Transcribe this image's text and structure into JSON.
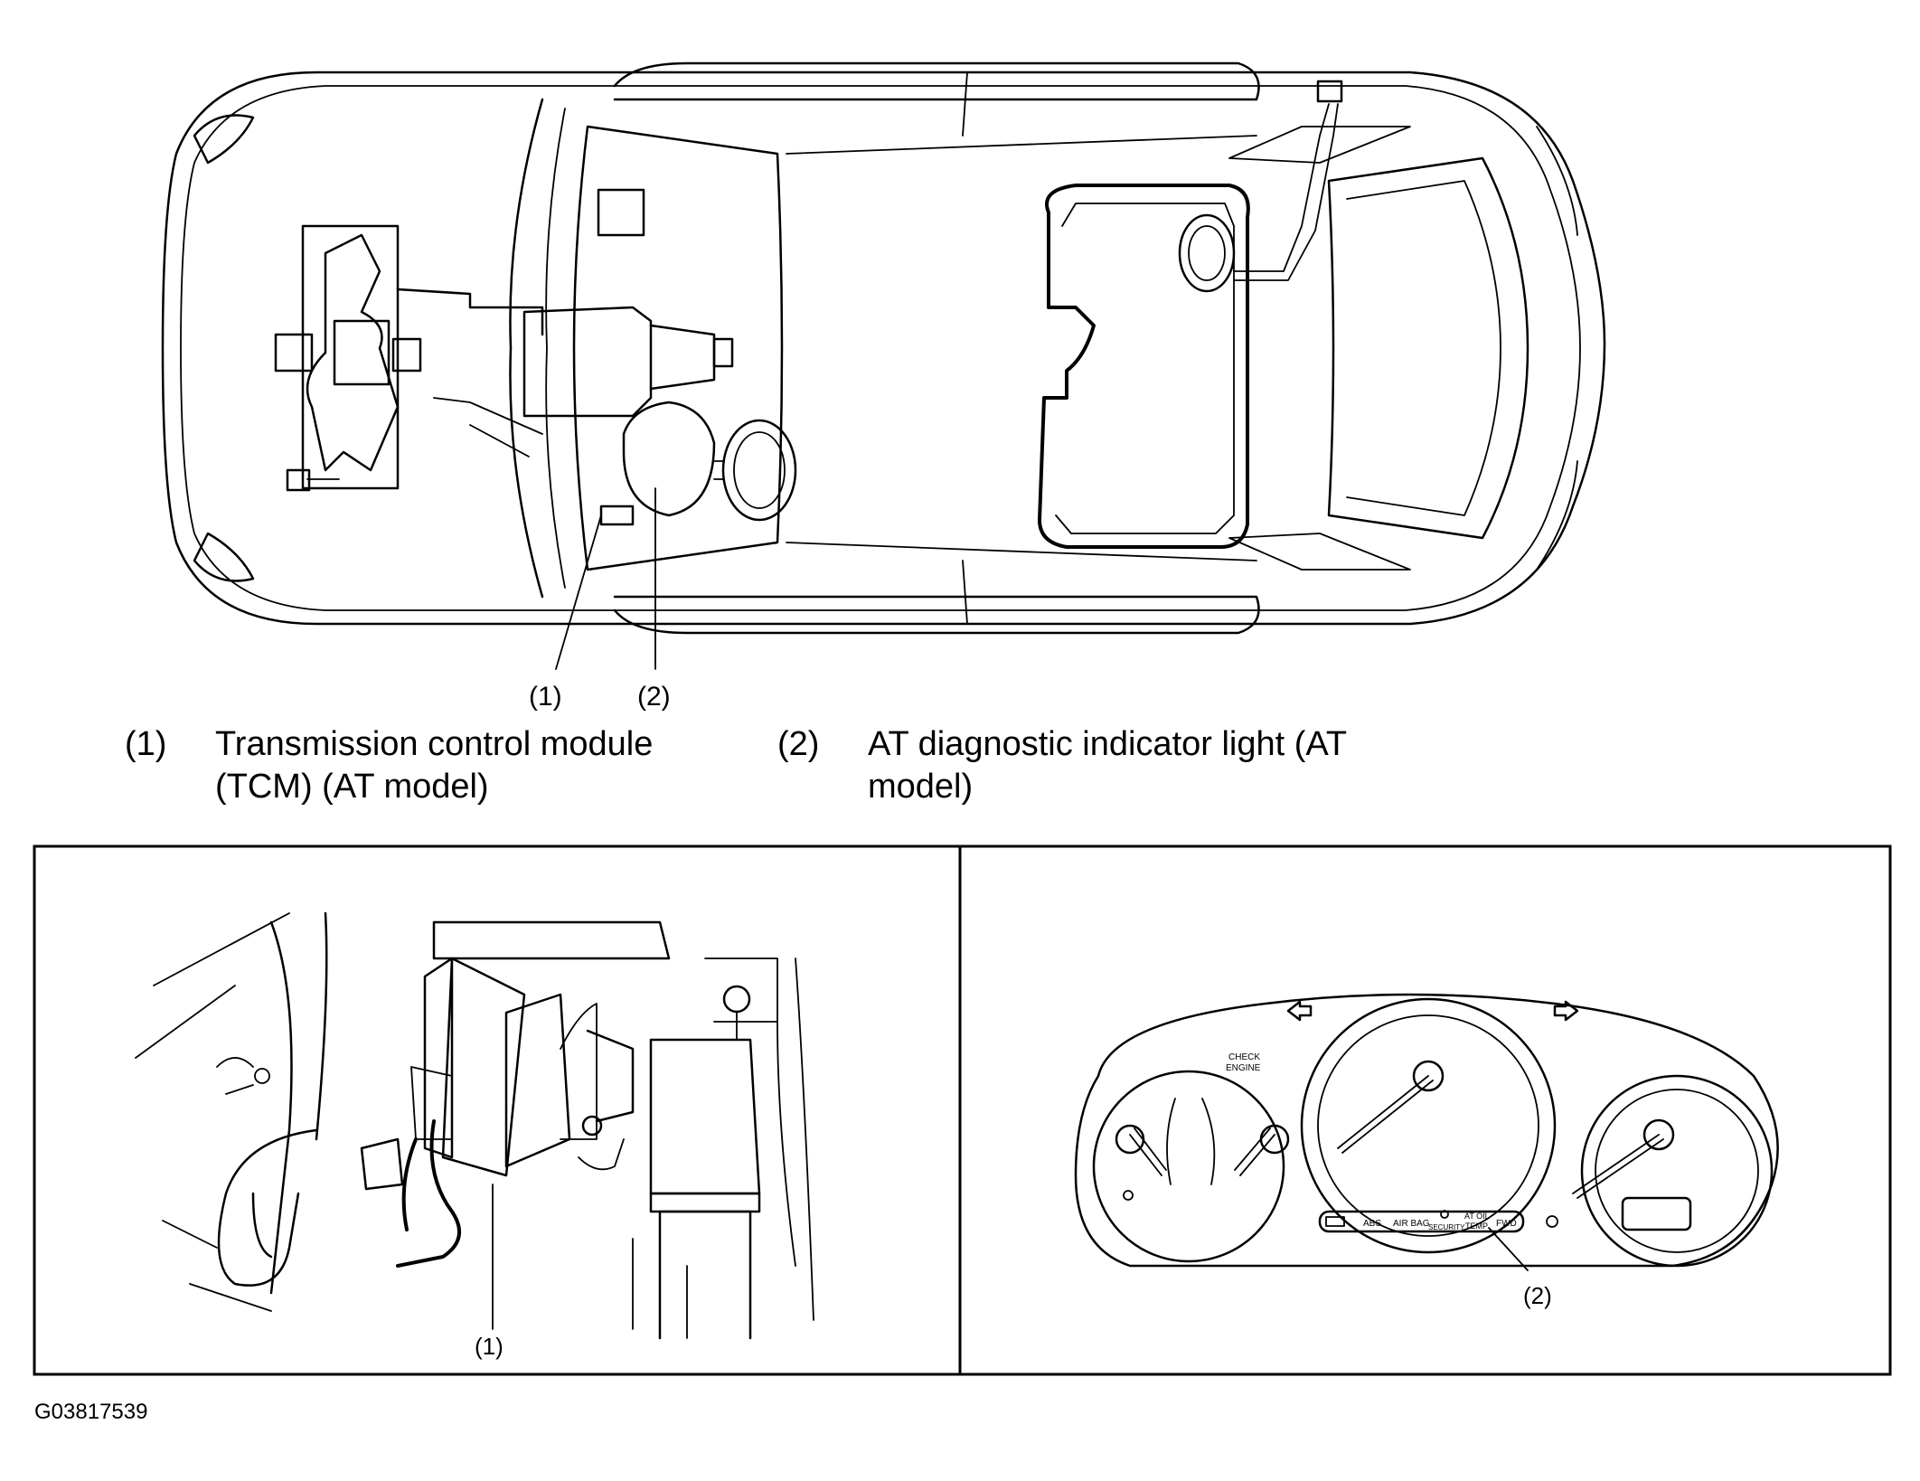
{
  "callouts": {
    "top_1": "(1)",
    "top_2": "(2)",
    "detail_1": "(1)",
    "detail_2": "(2)"
  },
  "legend": [
    {
      "number": "(1)",
      "line1": "Transmission control module",
      "line2": "(TCM) (AT model)"
    },
    {
      "number": "(2)",
      "line1": "AT diagnostic indicator light (AT",
      "line2": "model)"
    }
  ],
  "cluster_labels": {
    "check_engine_1": "CHECK",
    "check_engine_2": "ENGINE",
    "abs": "ABS",
    "airbag": "AIR BAG",
    "security": "SECURITY",
    "at_oil_1": "AT OIL",
    "at_oil_2": "TEMP",
    "fwd": "FWD"
  },
  "figure_code": "G03817539"
}
